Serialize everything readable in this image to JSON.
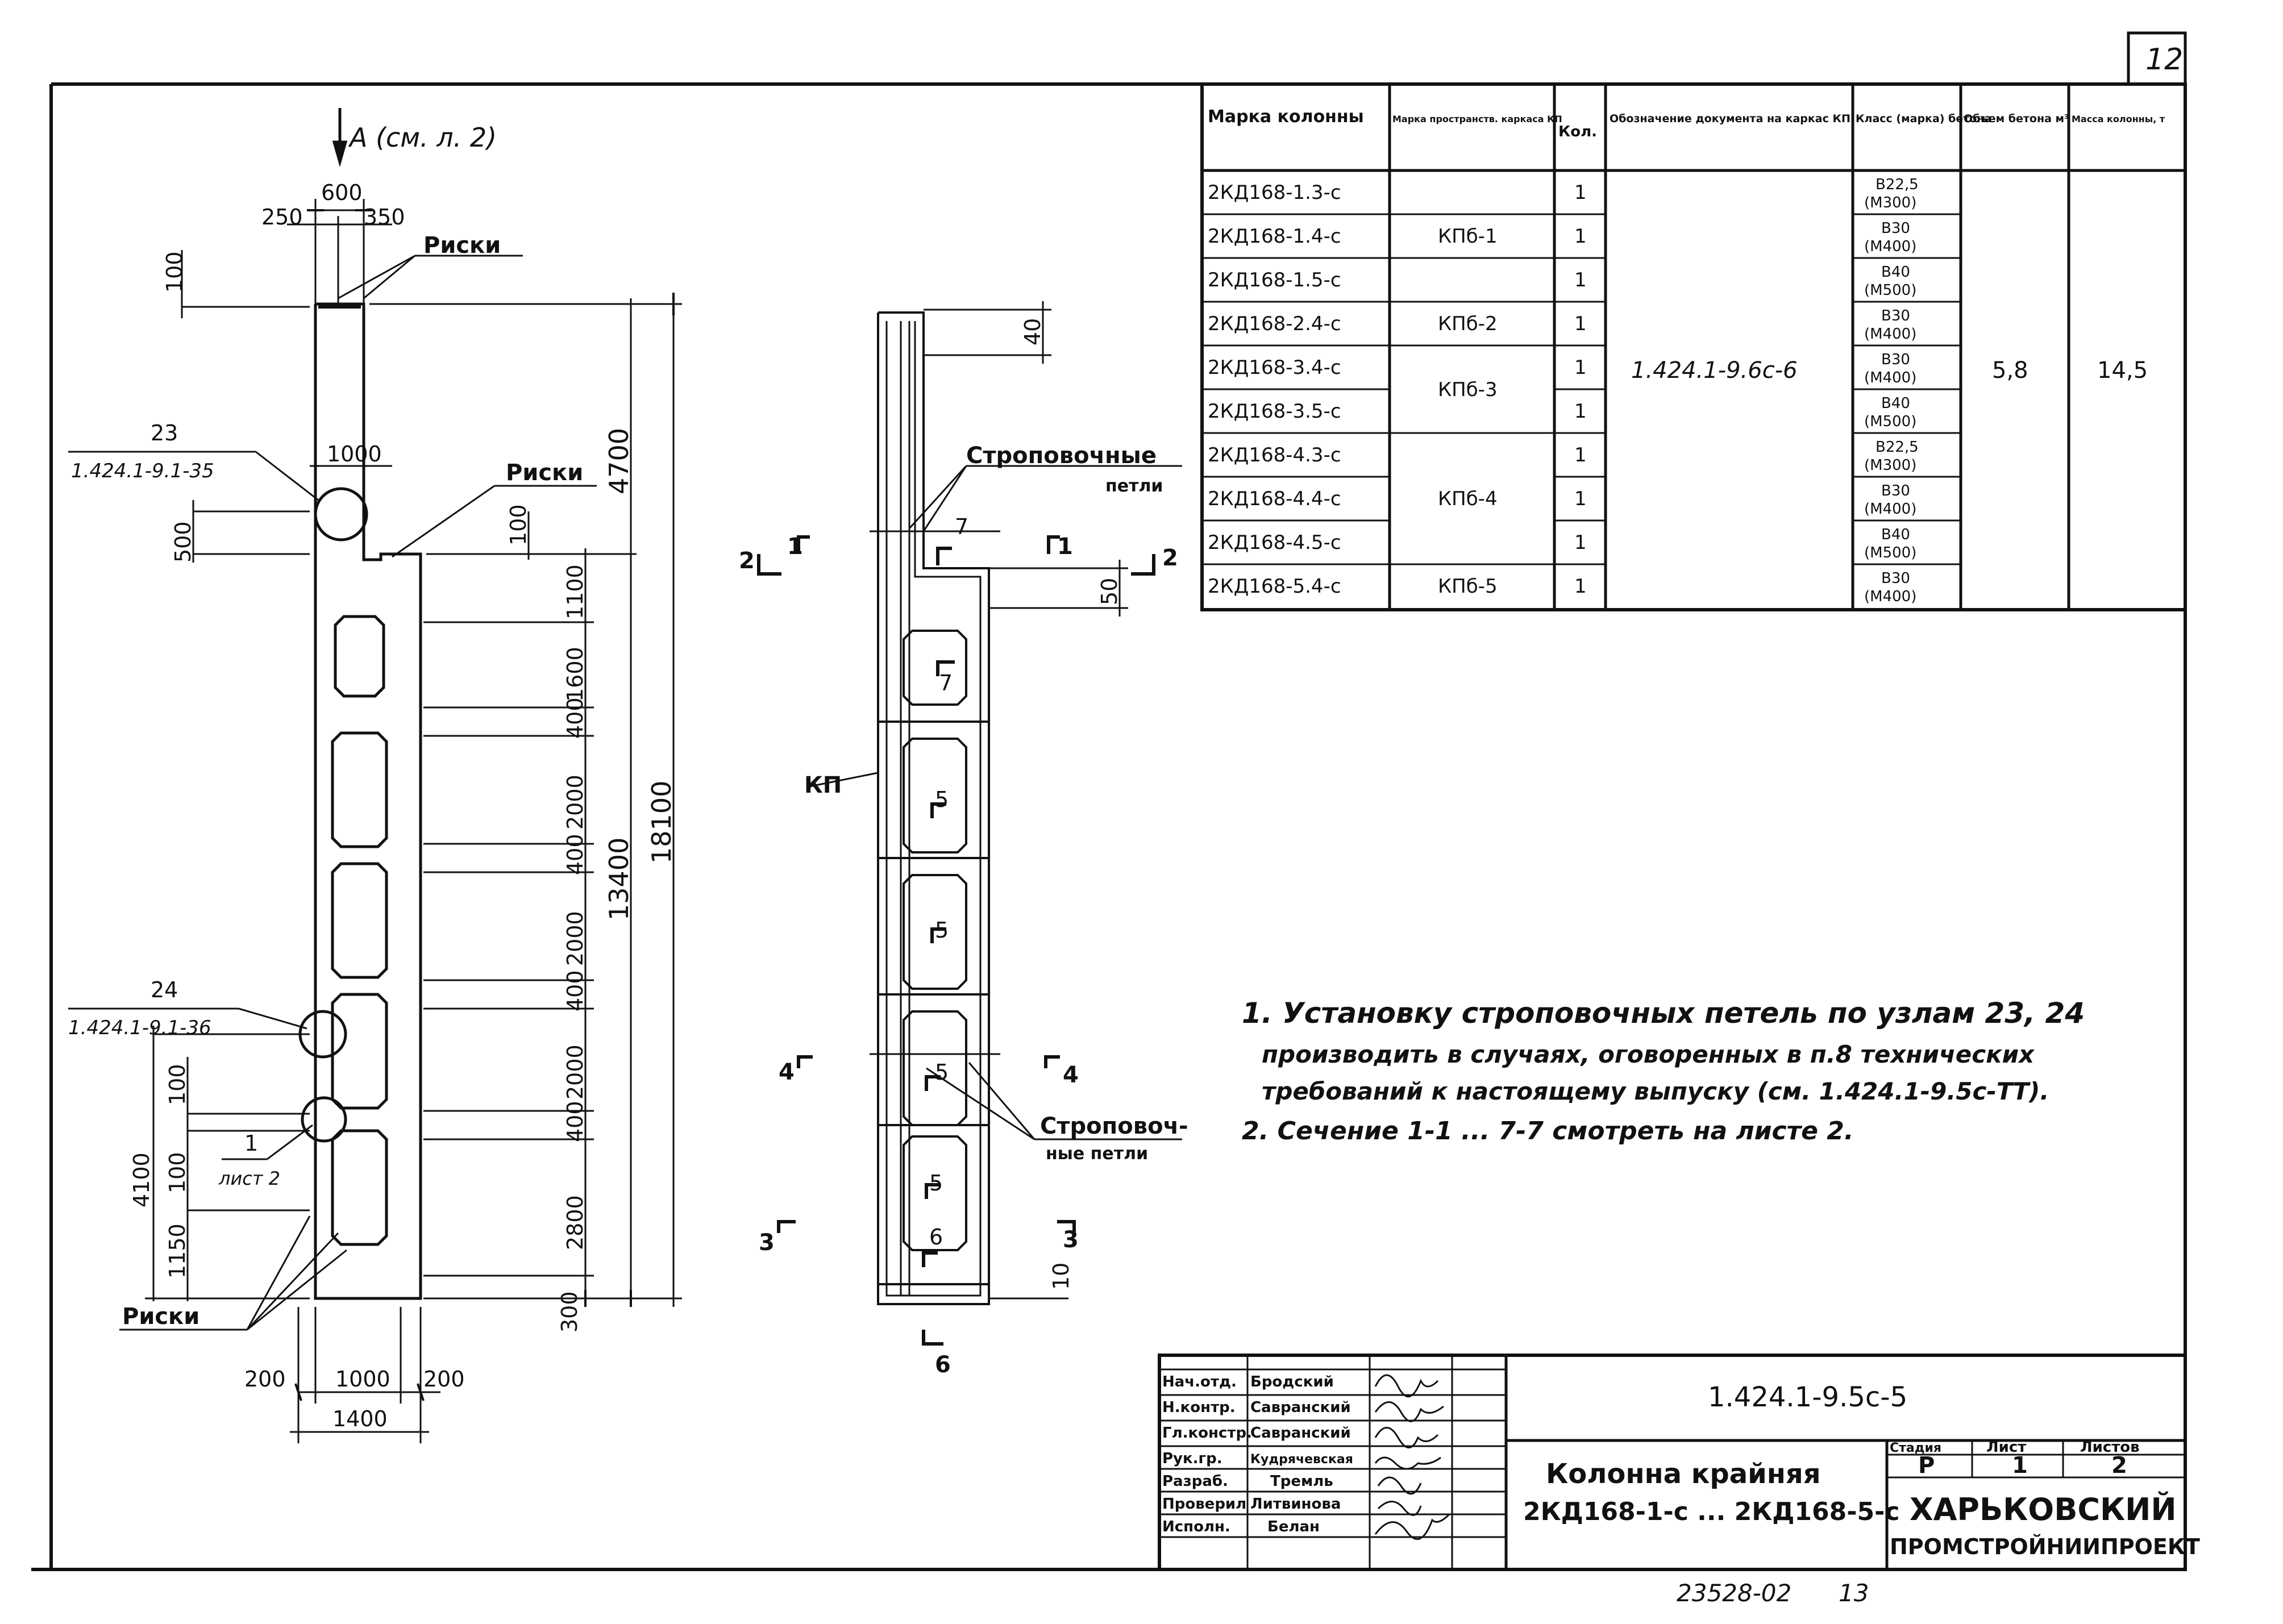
{
  "sheet": {
    "sheet_label": "12",
    "archive_number": "23528-02",
    "page_number": "13"
  },
  "elevation": {
    "view_ref": "А (см. л. 2)",
    "risk_label": "Риски",
    "risk_label_2": "Риски",
    "risk_label_3": "Риски",
    "node23_num": "23",
    "node23_ref": "1.424.1-9.1-35",
    "node24_num": "24",
    "node24_ref": "1.424.1-9.1-36",
    "node1_num": "1",
    "node1_ref": "лист 2",
    "dims": {
      "top_total": "600",
      "top_left": "250",
      "top_right": "350",
      "d100_top": "100",
      "d1000_head": "1000",
      "d500": "500",
      "d100_console": "100",
      "d4700": "4700",
      "d18100": "18100",
      "d13400": "13400",
      "d1100": "1100",
      "d1600": "1600",
      "d400_a": "400",
      "d2000_a": "2000",
      "d400_b": "400",
      "d2000_b": "2000",
      "d400_c": "400",
      "d2000_c": "2000",
      "d400_d": "400",
      "d2800": "2800",
      "d300": "300",
      "d4100": "4100",
      "d100_low_a": "100",
      "d100_low_b": "100",
      "d1150": "1150",
      "b200_left": "200",
      "b1000": "1000",
      "b200_right": "200",
      "b1400": "1400"
    }
  },
  "section": {
    "kp_label": "КП",
    "lift_loops_label_1": "Строповочные",
    "lift_loops_label_2": "петли",
    "lift_loops_label_3": "Строповоч-",
    "lift_loops_label_4": "ные петли",
    "cut_marks": [
      "1",
      "1",
      "2",
      "2",
      "3",
      "3",
      "4",
      "4",
      "5",
      "5",
      "5",
      "5",
      "6",
      "6",
      "7",
      "7"
    ],
    "dims": {
      "d40": "40",
      "d50": "50",
      "d10": "10",
      "d7": "7"
    }
  },
  "table": {
    "headers": [
      "Марка колонны",
      "Марка пространств. каркаса КП",
      "Кол.",
      "Обозначение документа на каркас КП",
      "Класс (марка) бетона",
      "Объем бетона м³",
      "Масса колонны, т"
    ],
    "rows": [
      {
        "mark": "2КД168-1.3-с",
        "qty": "1",
        "class1": "В22,5",
        "class2": "(М300)"
      },
      {
        "mark": "2КД168-1.4-с",
        "qty": "1",
        "class1": "В30",
        "class2": "(М400)"
      },
      {
        "mark": "2КД168-1.5-с",
        "qty": "1",
        "class1": "В40",
        "class2": "(М500)"
      },
      {
        "mark": "2КД168-2.4-с",
        "qty": "1",
        "class1": "В30",
        "class2": "(М400)"
      },
      {
        "mark": "2КД168-3.4-с",
        "qty": "1",
        "class1": "В30",
        "class2": "(М400)"
      },
      {
        "mark": "2КД168-3.5-с",
        "qty": "1",
        "class1": "В40",
        "class2": "(М500)"
      },
      {
        "mark": "2КД168-4.3-с",
        "qty": "1",
        "class1": "В22,5",
        "class2": "(М300)"
      },
      {
        "mark": "2КД168-4.4-с",
        "qty": "1",
        "class1": "В30",
        "class2": "(М400)"
      },
      {
        "mark": "2КД168-4.5-с",
        "qty": "1",
        "class1": "В40",
        "class2": "(М500)"
      },
      {
        "mark": "2КД168-5.4-с",
        "qty": "1",
        "class1": "В30",
        "class2": "(М400)"
      }
    ],
    "frames": [
      "КПб-1",
      "КПб-2",
      "КПб-3",
      "КПб-4",
      "КПб-5"
    ],
    "doc": "1.424.1-9.6с-6",
    "volume": "5,8",
    "mass": "14,5"
  },
  "notes": {
    "line1": "1. Установку строповочных петель по узлам 23, 24",
    "line2": "производить в случаях, оговоренных в п.8 технических",
    "line3": "требований к настоящему выпуску (см. 1.424.1-9.5с-ТТ).",
    "line4": "2. Сечение 1-1 ... 7-7 смотреть на листе 2."
  },
  "title_block": {
    "code": "1.424.1-9.5с-5",
    "title_line1": "Колонна крайняя",
    "title_line2": "2КД168-1-с ... 2КД168-5-с",
    "stage_label": "Стадия",
    "sheet_label": "Лист",
    "sheets_label": "Листов",
    "stage": "Р",
    "sheet": "1",
    "sheets": "2",
    "org_line1": "ХАРЬКОВСКИЙ",
    "org_line2": "ПРОМСТРОЙНИИПРОЕКТ",
    "roles": [
      {
        "role": "Нач.отд.",
        "name": "Бродский"
      },
      {
        "role": "Н.контр.",
        "name": "Савранский"
      },
      {
        "role": "Гл.констр.",
        "name": "Савранский"
      },
      {
        "role": "Рук.гр.",
        "name": "Кудрячевская"
      },
      {
        "role": "Разраб.",
        "name": "Тремль"
      },
      {
        "role": "Проверил",
        "name": "Литвинова"
      },
      {
        "role": "Исполн.",
        "name": "Белан"
      }
    ]
  }
}
